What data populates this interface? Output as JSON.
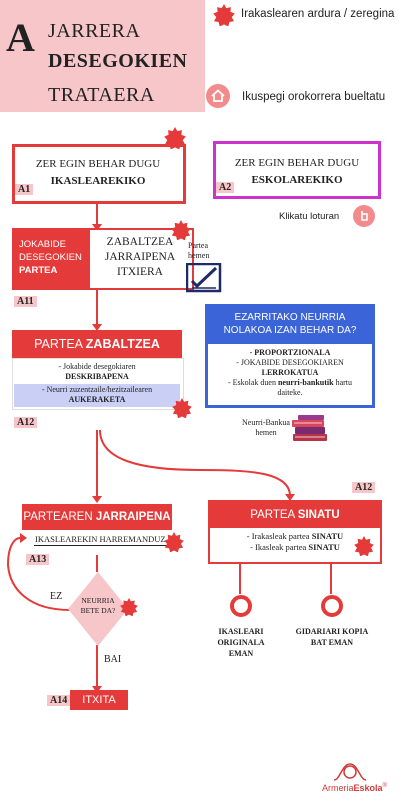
{
  "header": {
    "letter": "A",
    "title_line1": "JARRERA",
    "title_line2": "DESEGOKIEN",
    "title_line3": "TRATAERA"
  },
  "legend": {
    "teacher_task": "Irakaslearen ardura / zeregina",
    "home": "Ikuspegi orokorrera bueltatu",
    "click": "Klikatu loturan"
  },
  "boxes": {
    "a1": {
      "label": "A1",
      "line1": "ZER EGIN BEHAR DUGU",
      "line2": "IKASLEAREKIKO"
    },
    "a2": {
      "label": "A2",
      "line1": "ZER EGIN BEHAR DUGU",
      "line2": "ESKOLAREKIKO"
    },
    "a11": {
      "label": "A11",
      "left_line1": "JOKABIDE",
      "left_line2": "DESEGOKIEN",
      "left_line3": "PARTEA",
      "right_line1": "ZABALTZEA",
      "right_line2": "JARRAIPENA",
      "right_line3": "ITXIERA"
    },
    "partea_hemen_1": "Partea",
    "partea_hemen_2": "hemen",
    "ezarritako": {
      "title1": "EZARRITAKO NEURRIA",
      "title2": "NOLAKOA IZAN BEHAR DA?",
      "l1": "- PROPORTZIONALA",
      "l2": "- JOKABIDE DESEGOKIAREN",
      "l3": "LERROKATUA",
      "l4a": "- Eskolak duen ",
      "l4b": "neurri-bankutik",
      "l4c": " hartu",
      "l5": "daiteke."
    },
    "neurri_bankua_1": "Neurri-Bankua",
    "neurri_bankua_2": "hemen",
    "zabaltzea": {
      "label": "A12",
      "title_a": "PARTEA ",
      "title_b": "ZABALTZEA",
      "l1": "- Jokabide desegokiaren",
      "l2": "DESKRIBAPENA",
      "l3": "- Neurri zuzentzaile/hezitzailearen",
      "l4": "AUKERAKETA"
    },
    "jarraipena": {
      "title_a": "PARTEAREN ",
      "title_b": "JARRAIPENA",
      "sub": "IKASLEAREKIN HARREMANDUZ",
      "label": "A13"
    },
    "sinatu": {
      "label": "A12",
      "title_a": "PARTEA ",
      "title_b": "SINATU",
      "l1a": "- Irakasleak partea ",
      "l1b": "SINATU",
      "l2a": "- Ikasleak partea ",
      "l2b": "SINATU"
    },
    "decision": {
      "l1": "NEURRIA",
      "l2": "BETE DA?",
      "no": "EZ",
      "yes": "BAI"
    },
    "itxita": {
      "label": "A14",
      "text": "ITXITA"
    },
    "ikasleari_1": "IKASLEARI",
    "ikasleari_2": "ORIGINALA EMAN",
    "gidariari_1": "GIDARIARI KOPIA",
    "gidariari_2": "BAT EMAN"
  },
  "footer": {
    "brand_a": "Armeria",
    "brand_b": "Eskola",
    "reg": "®"
  },
  "colors": {
    "red": "#e53a3a",
    "pink": "#f6c6c9",
    "magenta": "#cc33cc",
    "blue": "#3b64d8",
    "lavender": "#c9cff5"
  }
}
